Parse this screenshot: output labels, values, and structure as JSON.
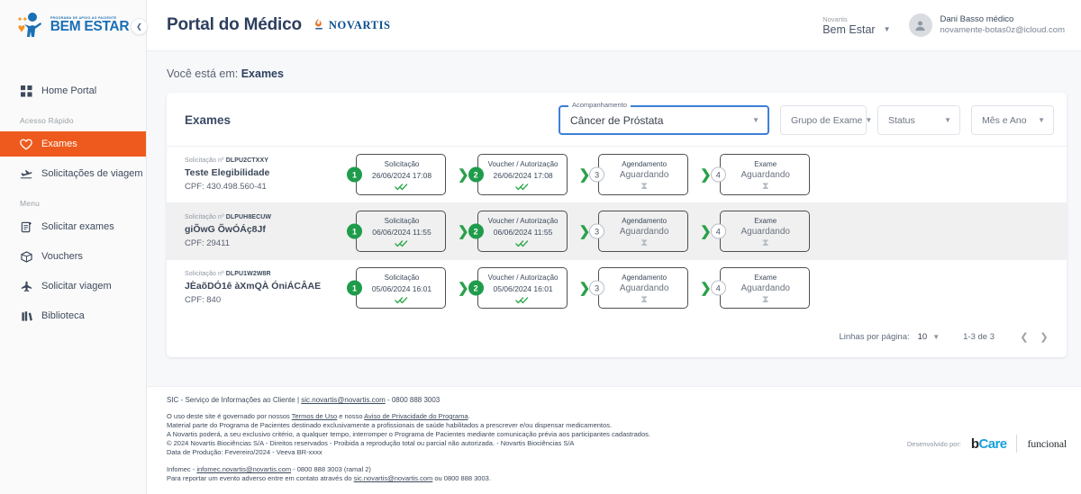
{
  "brand": {
    "superline": "PROGRAMA DE APOIO AO PACIENTE",
    "name": "BEM ESTAR",
    "logo_icon": "bem-estar-person-heart-logo"
  },
  "sidebar": {
    "collapse_icon": "chevron-left-icon",
    "groups": [
      {
        "section": null,
        "items": [
          {
            "label": "Home Portal",
            "icon": "grid-icon",
            "active": false
          }
        ]
      },
      {
        "section": "Acesso Rápido",
        "items": [
          {
            "label": "Exames",
            "icon": "heart-icon",
            "active": true
          },
          {
            "label": "Solicitações de viagem",
            "icon": "flight-takeoff-icon",
            "active": false
          }
        ]
      },
      {
        "section": "Menu",
        "items": [
          {
            "label": "Solicitar exames",
            "icon": "note-add-icon",
            "active": false
          },
          {
            "label": "Vouchers",
            "icon": "box-icon",
            "active": false
          },
          {
            "label": "Solicitar viagem",
            "icon": "airplane-icon",
            "active": false
          },
          {
            "label": "Biblioteca",
            "icon": "library-icon",
            "active": false
          }
        ]
      }
    ]
  },
  "header": {
    "title": "Portal do Médico",
    "novartis_word": "NOVARTIS",
    "novartis_icon": "novartis-flame-icon",
    "account": {
      "label": "Novartis",
      "value": "Bem Estar",
      "caret_icon": "chevron-down-icon"
    },
    "user": {
      "avatar_icon": "user-avatar-icon",
      "name": "Dani Basso médico",
      "email": "novamente-botas0z@icloud.com"
    }
  },
  "breadcrumb": {
    "prefix": "Você está em:",
    "current": "Exames"
  },
  "card": {
    "title": "Exames",
    "filters": {
      "acompanhamento": {
        "floating_label": "Acompanhamento",
        "value": "Câncer de Próstata",
        "caret_icon": "caret-down-icon"
      },
      "grupo_exame": {
        "value": "Grupo de Exame",
        "caret_icon": "caret-down-icon"
      },
      "status": {
        "value": "Status",
        "caret_icon": "caret-down-icon"
      },
      "mes_ano": {
        "value": "Mês e Ano",
        "caret_icon": "caret-down-icon"
      }
    }
  },
  "rows": [
    {
      "solicitacao_prefix": "Solicitação nº",
      "solicitacao_id": "DLPU2CTXXY",
      "patient": "Teste Elegibilidade",
      "cpf": "CPF: 430.498.560-41",
      "alt": false,
      "steps": [
        {
          "n": "1",
          "state": "done",
          "title": "Solicitação",
          "value": "26/06/2024 17:08",
          "mark": "double-check-icon"
        },
        {
          "n": "2",
          "state": "done",
          "title": "Voucher / Autorização",
          "value": "26/06/2024 17:08",
          "mark": "double-check-icon"
        },
        {
          "n": "3",
          "state": "wait",
          "title": "Agendamento",
          "value": "Aguardando",
          "mark": "hourglass-icon"
        },
        {
          "n": "4",
          "state": "wait",
          "title": "Exame",
          "value": "Aguardando",
          "mark": "hourglass-icon"
        }
      ]
    },
    {
      "solicitacao_prefix": "Solicitação nº",
      "solicitacao_id": "DLPUH8ECUW",
      "patient": "giÕwG ÕwÓÁç8Jf",
      "cpf": "CPF: 29411",
      "alt": true,
      "steps": [
        {
          "n": "1",
          "state": "done",
          "title": "Solicitação",
          "value": "06/06/2024 11:55",
          "mark": "double-check-icon"
        },
        {
          "n": "2",
          "state": "done",
          "title": "Voucher / Autorização",
          "value": "06/06/2024 11:55",
          "mark": "double-check-icon"
        },
        {
          "n": "3",
          "state": "wait",
          "title": "Agendamento",
          "value": "Aguardando",
          "mark": "hourglass-icon"
        },
        {
          "n": "4",
          "state": "wait",
          "title": "Exame",
          "value": "Aguardando",
          "mark": "hourglass-icon"
        }
      ]
    },
    {
      "solicitacao_prefix": "Solicitação nº",
      "solicitacao_id": "DLPU1W2W8R",
      "patient": "JÈaõDÓ1ê àXmQÀ ÓniÁCÂAE",
      "cpf": "CPF: 840",
      "alt": false,
      "steps": [
        {
          "n": "1",
          "state": "done",
          "title": "Solicitação",
          "value": "05/06/2024 16:01",
          "mark": "double-check-icon"
        },
        {
          "n": "2",
          "state": "done",
          "title": "Voucher / Autorização",
          "value": "05/06/2024 16:01",
          "mark": "double-check-icon"
        },
        {
          "n": "3",
          "state": "wait",
          "title": "Agendamento",
          "value": "Aguardando",
          "mark": "hourglass-icon"
        },
        {
          "n": "4",
          "state": "wait",
          "title": "Exame",
          "value": "Aguardando",
          "mark": "hourglass-icon"
        }
      ]
    }
  ],
  "pagination": {
    "rows_label": "Linhas por página:",
    "rows_value": "10",
    "rows_caret_icon": "caret-down-icon",
    "range": "1-3 de 3",
    "prev_icon": "chevron-left-icon",
    "next_icon": "chevron-right-icon"
  },
  "footer": {
    "sic": "SIC - Serviço de Informações ao Cliente | ",
    "sic_link": "sic.novartis@novartis.com",
    "sic_tail": " - 0800 888 3003",
    "p1_a": "O uso deste site é governado por nossos ",
    "p1_l1": "Termos de Uso",
    "p1_b": " e nosso ",
    "p1_l2": "Aviso de Privacidade do Programa",
    "p1_c": ".",
    "p2": "Material parte do Programa de Pacientes destinado exclusivamente a profissionais de saúde habilitados a prescrever e/ou dispensar medicamentos.",
    "p3": "A Novartis poderá, a seu exclusivo critério, a qualquer tempo, interromper o Programa de Pacientes mediante comunicação prévia aos participantes cadastrados.",
    "p4": "© 2024 Novartis Biociências S/A - Direitos reservados - Proibida a reprodução total ou parcial não autorizada. - Novartis Biociências S/A",
    "p5": "Data de Produção: Fevereiro/2024 - Veeva BR-xxxx",
    "p6_a": "Infomec - ",
    "p6_l": "infomec.novartis@novartis.com",
    "p6_b": " - 0800 888 3003 (ramal 2)",
    "p7_a": "Para reportar um evento adverso entre em contato através do ",
    "p7_l": "sic.novartis@novartis.com",
    "p7_b": " ou 0800 888 3003.",
    "developed_by": "Desenvolvido por:",
    "bcare_b": "b",
    "bcare_core": "Care",
    "funcional": "funcional"
  },
  "colors": {
    "accent_orange": "#ee5a1d",
    "brand_blue": "#1a6fb5",
    "novartis_blue": "#0a4e8c",
    "success_green": "#1f9c4b",
    "focus_blue": "#3f7fd6"
  }
}
